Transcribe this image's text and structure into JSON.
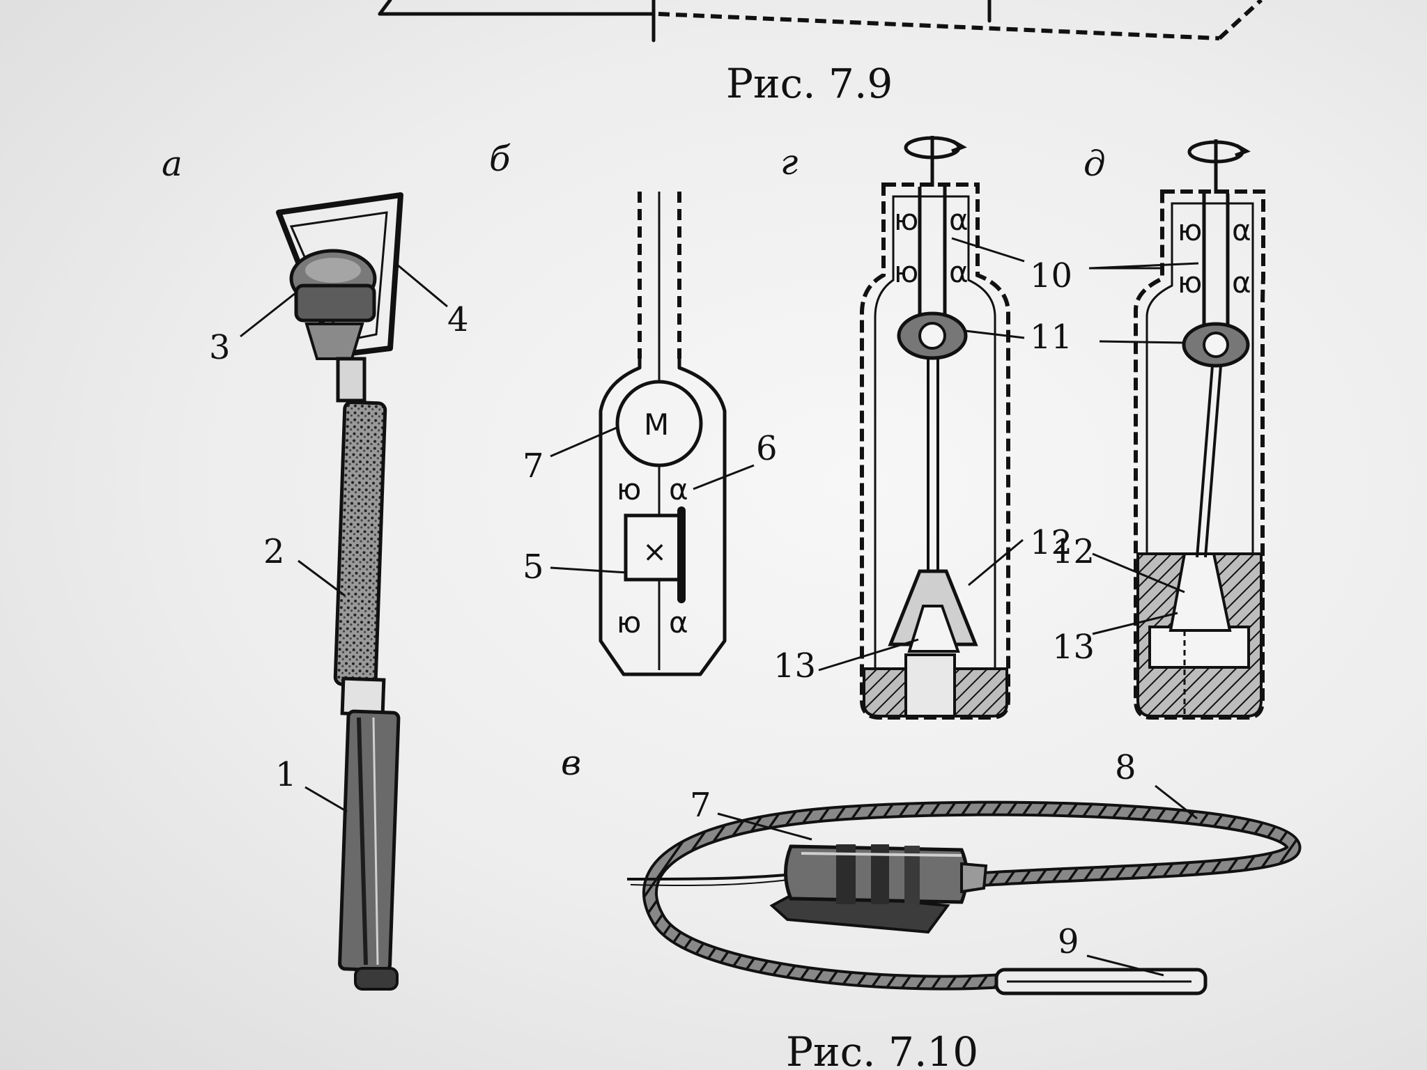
{
  "captions": {
    "fig_7_9": "Рис. 7.9",
    "fig_7_10": "Рис. 7.10"
  },
  "panels": {
    "a": "а",
    "b": "б",
    "v": "в",
    "g": "г",
    "d": "д"
  },
  "callouts": {
    "n1": "1",
    "n2": "2",
    "n3": "3",
    "n4": "4",
    "n5": "5",
    "n6": "6",
    "n7": "7",
    "n7v": "7",
    "n8": "8",
    "n9": "9",
    "n10": "10",
    "n11": "11",
    "n12g": "12",
    "n12d": "12",
    "n13g": "13",
    "n13d": "13"
  },
  "schematic": {
    "motor": "M"
  }
}
